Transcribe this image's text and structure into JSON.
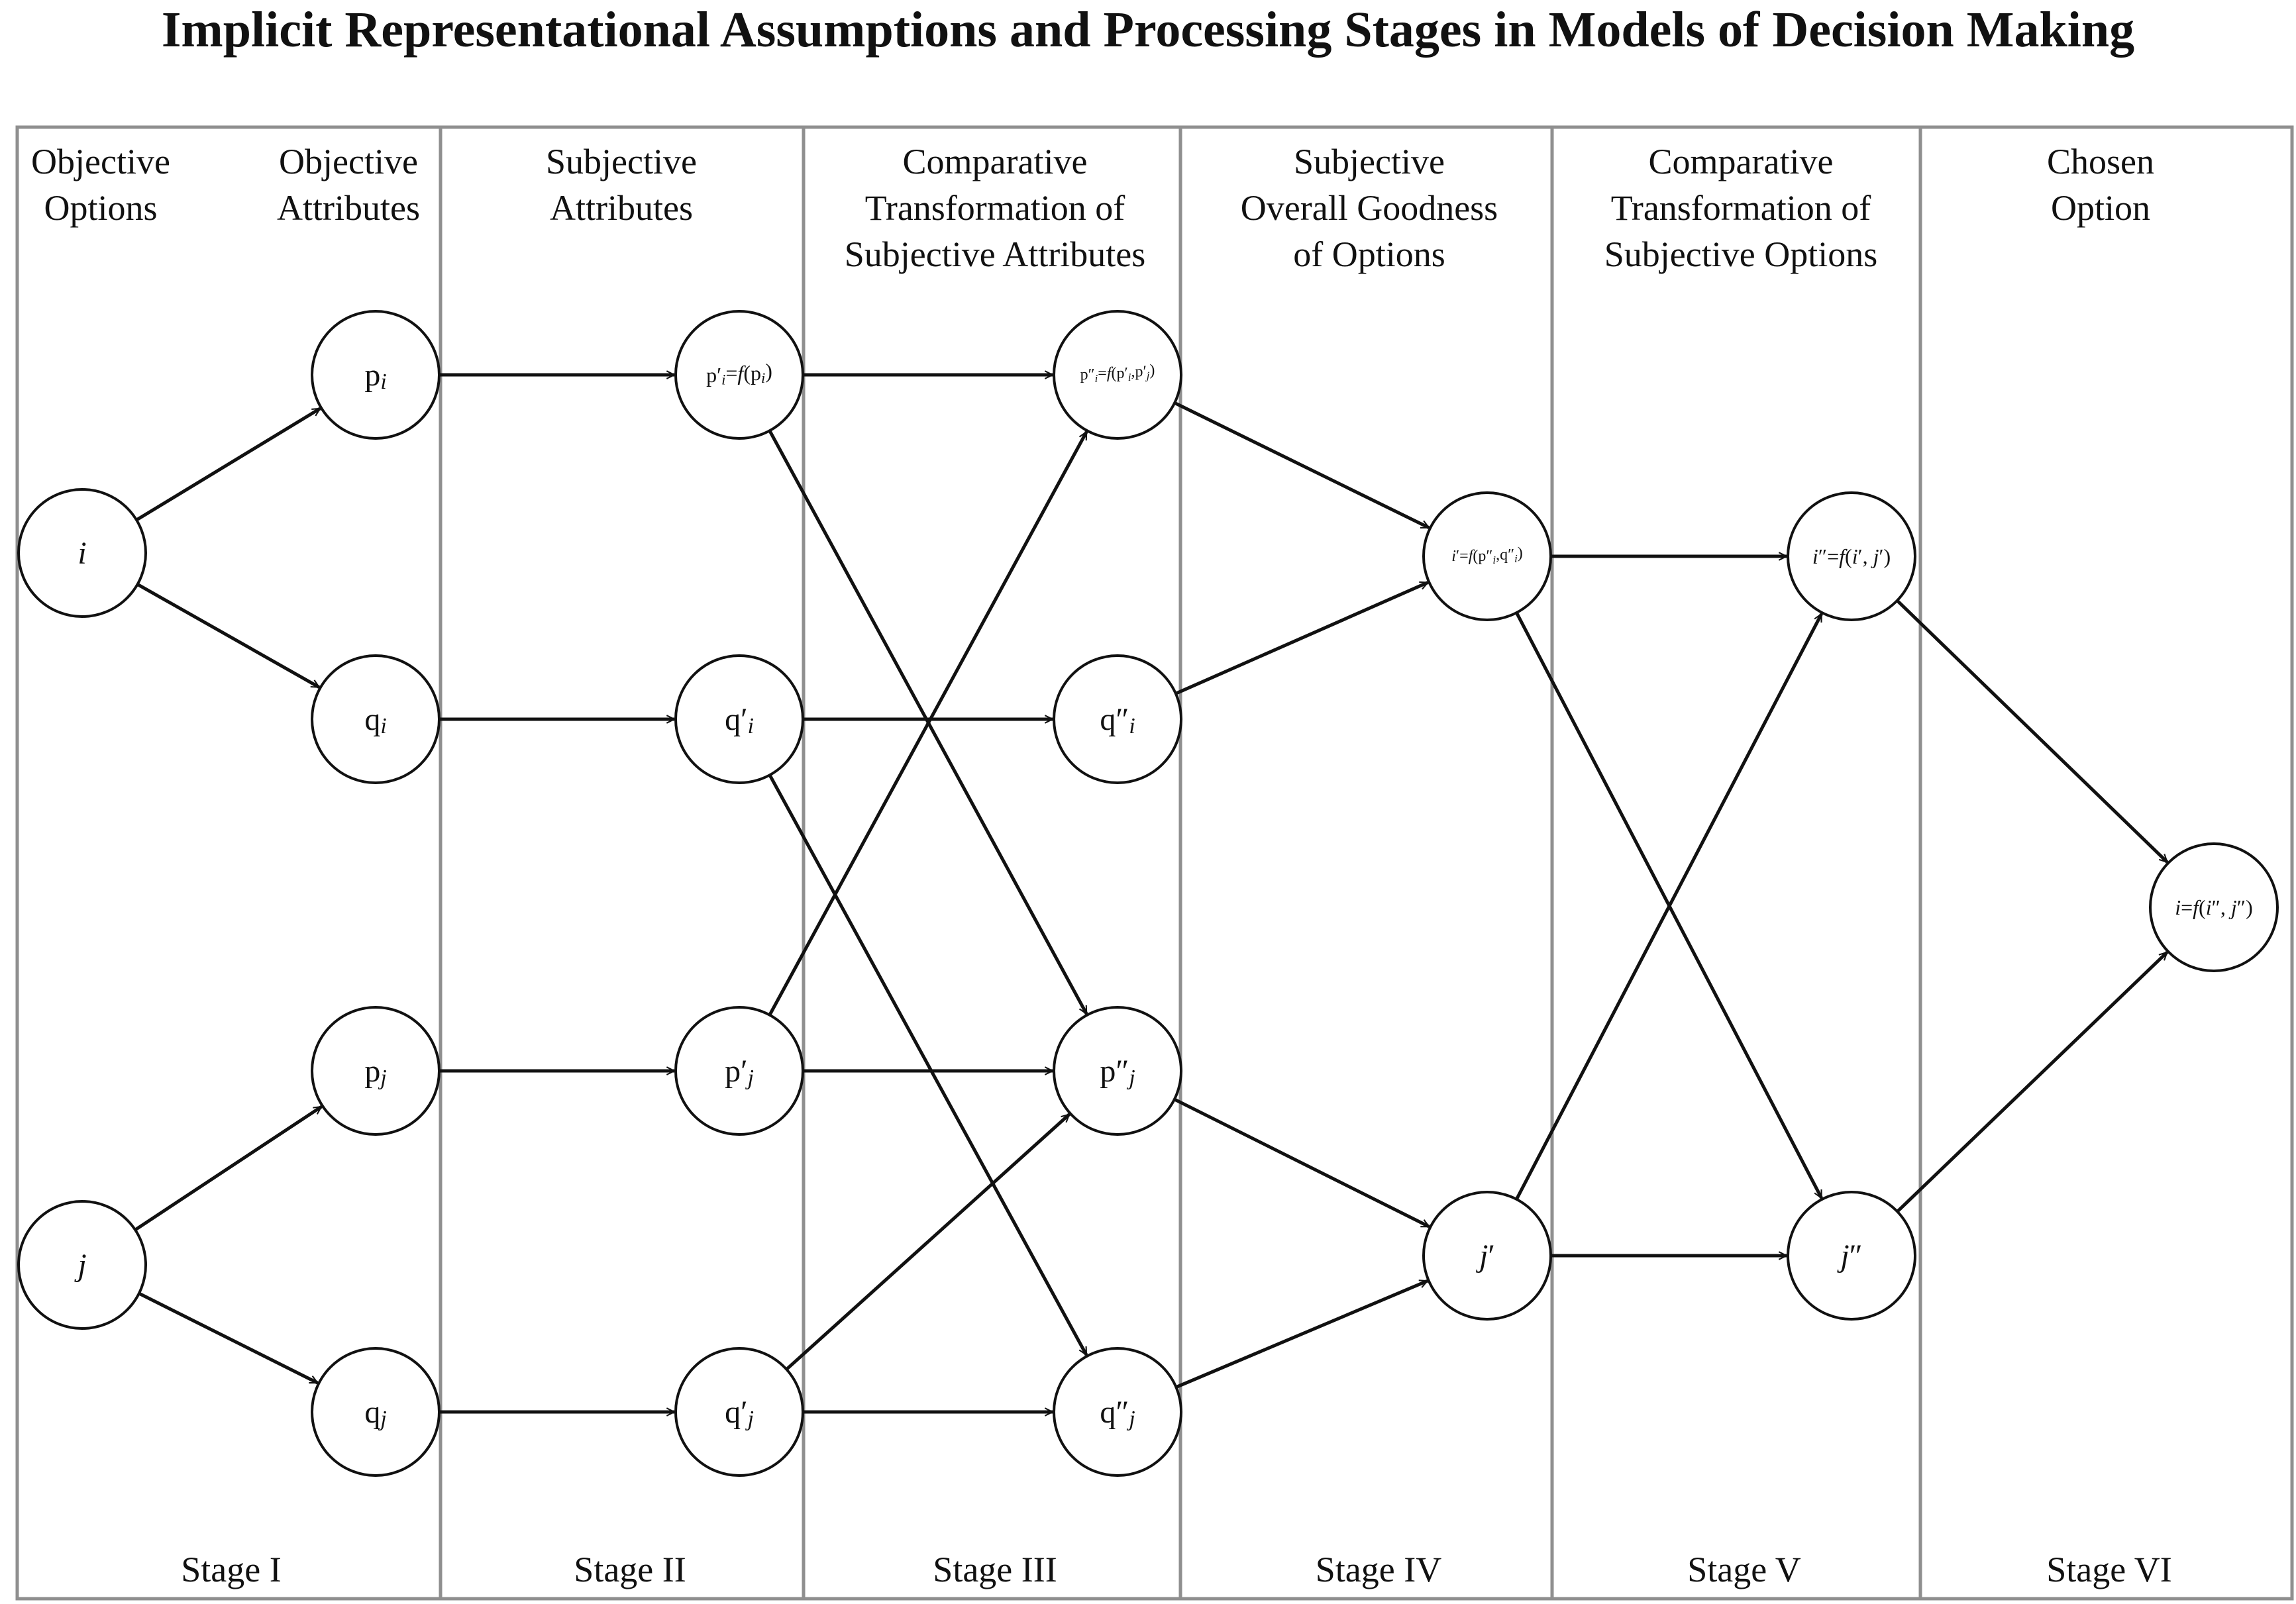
{
  "title": "Implicit Representational Assumptions and Processing Stages in Models of Decision Making",
  "stages": [
    {
      "name": "Stage I",
      "headers": [
        [
          "Objective",
          "Options"
        ],
        [
          "Objective",
          "Attributes"
        ]
      ]
    },
    {
      "name": "Stage II",
      "headers": [
        [
          "Subjective",
          "Attributes"
        ]
      ]
    },
    {
      "name": "Stage III",
      "headers": [
        [
          "Comparative",
          "Transformation of",
          "Subjective Attributes"
        ]
      ]
    },
    {
      "name": "Stage IV",
      "headers": [
        [
          "Subjective",
          "Overall Goodness",
          "of  Options"
        ]
      ]
    },
    {
      "name": "Stage V",
      "headers": [
        [
          "Comparative",
          "Transformation of",
          "Subjective Options"
        ]
      ]
    },
    {
      "name": "Stage VI",
      "headers": [
        [
          "Chosen",
          "Option"
        ]
      ]
    }
  ],
  "nodes": [
    {
      "id": "i",
      "segments": [
        {
          "t": "i",
          "i": true
        }
      ]
    },
    {
      "id": "j",
      "segments": [
        {
          "t": "j",
          "i": true
        }
      ]
    },
    {
      "id": "p_i",
      "segments": [
        {
          "t": "p"
        },
        {
          "t": "i",
          "i": true,
          "sub": true
        }
      ]
    },
    {
      "id": "q_i",
      "segments": [
        {
          "t": "q"
        },
        {
          "t": "i",
          "i": true,
          "sub": true
        }
      ]
    },
    {
      "id": "p_j",
      "segments": [
        {
          "t": "p"
        },
        {
          "t": "j",
          "i": true,
          "sub": true
        }
      ]
    },
    {
      "id": "q_j",
      "segments": [
        {
          "t": "q"
        },
        {
          "t": "j",
          "i": true,
          "sub": true
        }
      ]
    },
    {
      "id": "p1_i",
      "segments": [
        {
          "t": "p′"
        },
        {
          "t": "i",
          "i": true,
          "sub": true
        },
        {
          "t": "="
        },
        {
          "t": "f",
          "i": true
        },
        {
          "t": "(p"
        },
        {
          "t": "i",
          "i": true,
          "sub": true
        },
        {
          "t": ")"
        }
      ]
    },
    {
      "id": "q1_i",
      "segments": [
        {
          "t": "q′"
        },
        {
          "t": "i",
          "i": true,
          "sub": true
        }
      ]
    },
    {
      "id": "p1_j",
      "segments": [
        {
          "t": "p′"
        },
        {
          "t": "j",
          "i": true,
          "sub": true
        }
      ]
    },
    {
      "id": "q1_j",
      "segments": [
        {
          "t": "q′"
        },
        {
          "t": "j",
          "i": true,
          "sub": true
        }
      ]
    },
    {
      "id": "p2_i",
      "segments": [
        {
          "t": "p″"
        },
        {
          "t": "i",
          "i": true,
          "sub": true
        },
        {
          "t": "="
        },
        {
          "t": "f",
          "i": true
        },
        {
          "t": "(p′"
        },
        {
          "t": "i",
          "i": true,
          "sub": true
        },
        {
          "t": ",p′"
        },
        {
          "t": "j",
          "i": true,
          "sub": true
        },
        {
          "t": ")"
        }
      ]
    },
    {
      "id": "q2_i",
      "segments": [
        {
          "t": "q″"
        },
        {
          "t": "i",
          "i": true,
          "sub": true
        }
      ]
    },
    {
      "id": "p2_j",
      "segments": [
        {
          "t": "p″"
        },
        {
          "t": "j",
          "i": true,
          "sub": true
        }
      ]
    },
    {
      "id": "q2_j",
      "segments": [
        {
          "t": "q″"
        },
        {
          "t": "j",
          "i": true,
          "sub": true
        }
      ]
    },
    {
      "id": "i1",
      "segments": [
        {
          "t": "i",
          "i": true
        },
        {
          "t": "′="
        },
        {
          "t": "f",
          "i": true
        },
        {
          "t": "(p″"
        },
        {
          "t": "i",
          "i": true,
          "sub": true
        },
        {
          "t": ",q″"
        },
        {
          "t": "i",
          "i": true,
          "sub": true
        },
        {
          "t": ")"
        }
      ]
    },
    {
      "id": "j1",
      "segments": [
        {
          "t": "j",
          "i": true
        },
        {
          "t": "′"
        }
      ]
    },
    {
      "id": "i2",
      "segments": [
        {
          "t": "i",
          "i": true
        },
        {
          "t": "″="
        },
        {
          "t": "f",
          "i": true
        },
        {
          "t": "("
        },
        {
          "t": "i",
          "i": true
        },
        {
          "t": "′, "
        },
        {
          "t": "j",
          "i": true
        },
        {
          "t": "′)"
        }
      ]
    },
    {
      "id": "j2",
      "segments": [
        {
          "t": "j",
          "i": true
        },
        {
          "t": "″"
        }
      ]
    },
    {
      "id": "i3",
      "segments": [
        {
          "t": "i",
          "i": true
        },
        {
          "t": "="
        },
        {
          "t": "f",
          "i": true
        },
        {
          "t": "("
        },
        {
          "t": "i",
          "i": true
        },
        {
          "t": "″, "
        },
        {
          "t": "j",
          "i": true
        },
        {
          "t": "″)"
        }
      ]
    }
  ],
  "edges": [
    [
      "i",
      "p_i"
    ],
    [
      "i",
      "q_i"
    ],
    [
      "j",
      "p_j"
    ],
    [
      "j",
      "q_j"
    ],
    [
      "p_i",
      "p1_i"
    ],
    [
      "q_i",
      "q1_i"
    ],
    [
      "p_j",
      "p1_j"
    ],
    [
      "q_j",
      "q1_j"
    ],
    [
      "p1_i",
      "p2_i"
    ],
    [
      "p1_i",
      "p2_j"
    ],
    [
      "q1_i",
      "q2_i"
    ],
    [
      "q1_i",
      "q2_j"
    ],
    [
      "p1_j",
      "p2_j"
    ],
    [
      "p1_j",
      "p2_i"
    ],
    [
      "q1_j",
      "q2_j"
    ],
    [
      "q1_j",
      "p2_j"
    ],
    [
      "p2_i",
      "i1"
    ],
    [
      "q2_i",
      "i1"
    ],
    [
      "p2_j",
      "j1"
    ],
    [
      "q2_j",
      "j1"
    ],
    [
      "i1",
      "i2"
    ],
    [
      "i1",
      "j2"
    ],
    [
      "j1",
      "j2"
    ],
    [
      "j1",
      "i2"
    ],
    [
      "i2",
      "i3"
    ],
    [
      "j2",
      "i3"
    ]
  ]
}
